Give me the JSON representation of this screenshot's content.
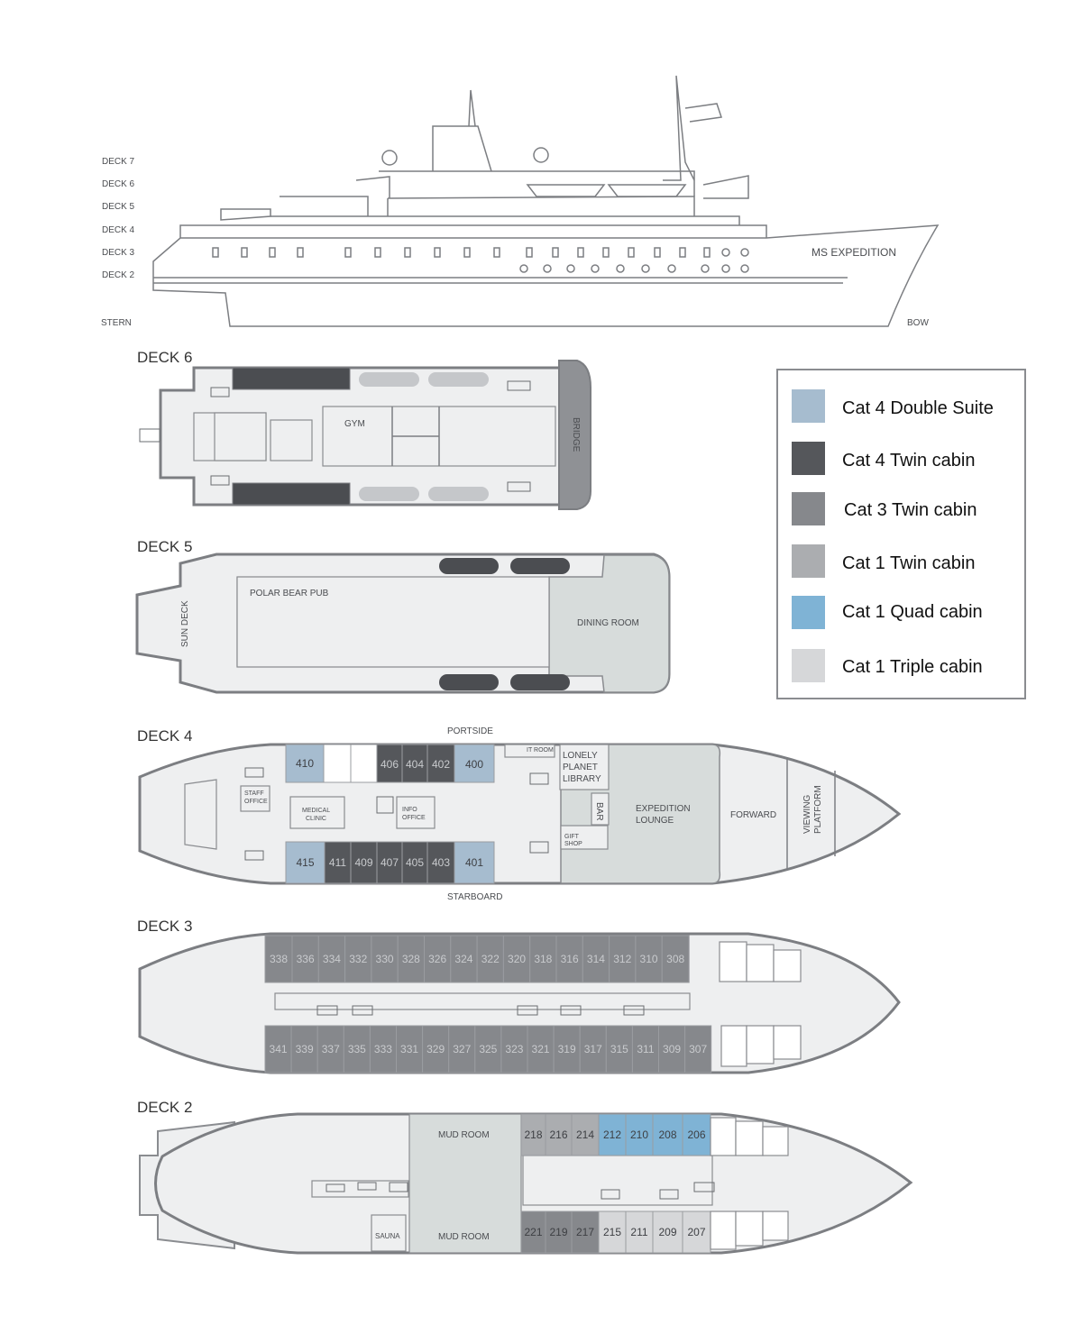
{
  "side_view": {
    "deck_labels": [
      "DECK 7",
      "DECK 6",
      "DECK 5",
      "DECK 4",
      "DECK 3",
      "DECK 2"
    ],
    "stern": "STERN",
    "bow": "BOW",
    "ship_name": "MS EXPEDITION"
  },
  "decks": {
    "deck6": {
      "title": "DECK 6",
      "rooms": {
        "gym": "GYM",
        "bridge": "BRIDGE"
      }
    },
    "deck5": {
      "title": "DECK 5",
      "rooms": {
        "sun_deck": "SUN DECK",
        "pub": "POLAR BEAR PUB",
        "dining": "DINING ROOM"
      }
    },
    "deck4": {
      "title": "DECK 4",
      "portside": "PORTSIDE",
      "starboard": "STARBOARD",
      "rooms": {
        "staff_office": [
          "STAFF",
          "OFFICE"
        ],
        "medical": [
          "MEDICAL",
          "CLINIC"
        ],
        "info": [
          "INFO",
          "OFFICE"
        ],
        "it_room": "IT ROOM",
        "library": [
          "LONELY",
          "PLANET",
          "LIBRARY"
        ],
        "bar": "BAR",
        "gift": [
          "GIFT",
          "SHOP"
        ],
        "lounge": [
          "EXPEDITION",
          "LOUNGE"
        ],
        "forward": "FORWARD",
        "viewing": [
          "VIEWING",
          "PLATFORM"
        ]
      },
      "cabins_top": [
        "410",
        "406",
        "404",
        "402",
        "400"
      ],
      "cabins_bottom": [
        "415",
        "411",
        "409",
        "407",
        "405",
        "403",
        "401"
      ]
    },
    "deck3": {
      "title": "DECK 3",
      "cabins_top": [
        "338",
        "336",
        "334",
        "332",
        "330",
        "328",
        "326",
        "324",
        "322",
        "320",
        "318",
        "316",
        "314",
        "312",
        "310",
        "308"
      ],
      "cabins_bottom": [
        "341",
        "339",
        "337",
        "335",
        "333",
        "331",
        "329",
        "327",
        "325",
        "323",
        "321",
        "319",
        "317",
        "315",
        "311",
        "309",
        "307"
      ]
    },
    "deck2": {
      "title": "DECK 2",
      "rooms": {
        "mud_top": "MUD ROOM",
        "mud_bottom": "MUD ROOM",
        "sauna": "SAUNA"
      },
      "cabins_top": [
        "218",
        "216",
        "214",
        "212",
        "210",
        "208",
        "206"
      ],
      "cabins_bottom": [
        "221",
        "219",
        "217",
        "215",
        "211",
        "209",
        "207"
      ]
    }
  },
  "legend": {
    "items": [
      {
        "label": "Cat 4 Double Suite",
        "color": "#a6bccf"
      },
      {
        "label": "Cat 4 Twin cabin",
        "color": "#55575b"
      },
      {
        "label": "Cat 3 Twin cabin",
        "color": "#86888c"
      },
      {
        "label": "Cat 1 Twin cabin",
        "color": "#abadb0"
      },
      {
        "label": "Cat 1 Quad cabin",
        "color": "#7fb3d5"
      },
      {
        "label": "Cat 1 Triple cabin",
        "color": "#d6d7d9"
      }
    ]
  },
  "colors": {
    "cat4_suite": "#a6bccf",
    "cat4_twin": "#55575b",
    "cat3_twin": "#86888c",
    "cat1_twin": "#abadb0",
    "cat1_quad": "#7fb3d5",
    "cat1_triple": "#d6d7d9",
    "hull_fill": "#eeeff0",
    "public_area": "#d7dcdb"
  }
}
